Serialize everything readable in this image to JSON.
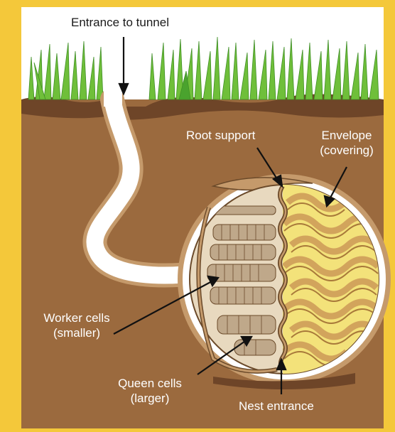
{
  "labels": {
    "entrance_to_tunnel": "Entrance to tunnel",
    "root_support": "Root support",
    "envelope_line1": "Envelope",
    "envelope_line2": "(covering)",
    "worker_cells_line1": "Worker cells",
    "worker_cells_line2": "(smaller)",
    "queen_cells_line1": "Queen cells",
    "queen_cells_line2": "(larger)",
    "nest_entrance": "Nest entrance"
  },
  "colors": {
    "frame": "#f4c83a",
    "sky": "#ffffff",
    "soil": "#9b6a3e",
    "soil_dark": "#7a5030",
    "soil_light": "#c59a6b",
    "tunnel": "#ffffff",
    "grass": "#6fbf3a",
    "grass_dark": "#3f8f25",
    "comb": "#bfa88a",
    "comb_dark": "#6b4a2a",
    "envelope_yellow": "#f3e27a",
    "envelope_tan": "#d2a45c"
  },
  "icons": {
    "arrows": "arrow-icon",
    "grass": "grass-icon"
  }
}
